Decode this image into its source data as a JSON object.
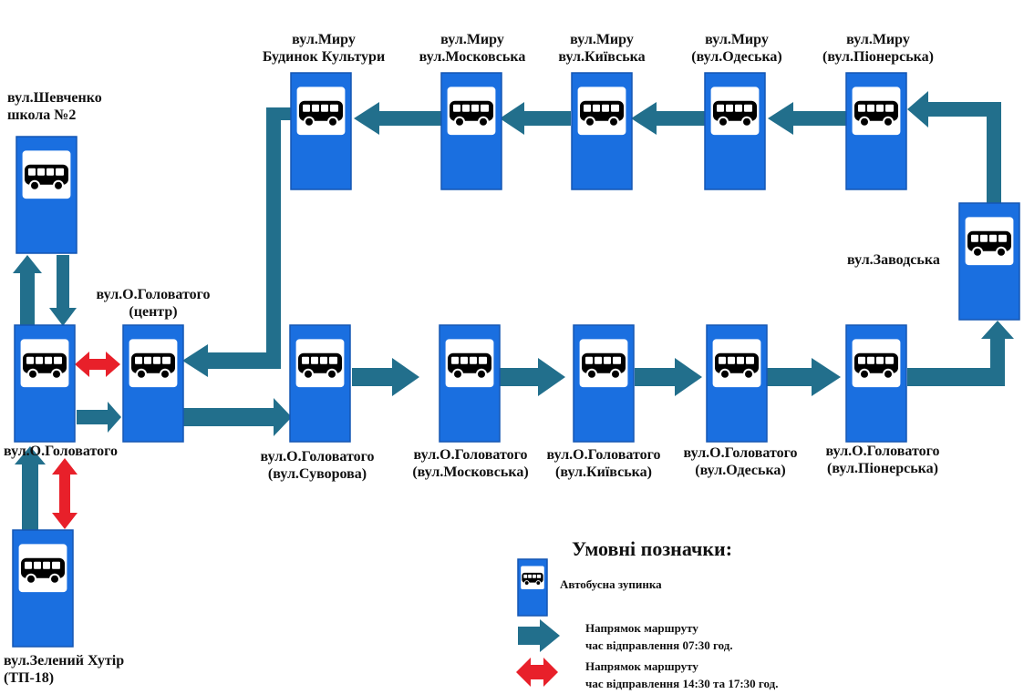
{
  "colors": {
    "sign_blue": "#1a6fe0",
    "sign_border": "#1456b3",
    "arrow_teal": "#226f8c",
    "arrow_red": "#e8202a",
    "bus_black": "#000000"
  },
  "stops": {
    "shevchenko": [
      "вул.Шевченко",
      "школа №2"
    ],
    "holovatoho": [
      "вул.О.Головатого"
    ],
    "holovatoho_center": [
      "вул.О.Головатого",
      "(центр)"
    ],
    "zelenyi_khutir": [
      "вул.Зелений Хутір",
      "(ТП-18)"
    ],
    "suvorova": [
      "вул.О.Головатого",
      "(вул.Суворова)"
    ],
    "moskovska_bottom": [
      "вул.О.Головатого",
      "(вул.Московська)"
    ],
    "kyivska_bottom": [
      "вул.О.Головатого",
      "(вул.Київська)"
    ],
    "odeska_bottom": [
      "вул.О.Головатого",
      "(вул.Одеська)"
    ],
    "pionerska_bottom": [
      "вул.О.Головатого",
      "(вул.Піонерська)"
    ],
    "zavodska": [
      "вул.Заводська"
    ],
    "budynok_kultury": [
      "вул.Миру",
      "Будинок Культури"
    ],
    "moskovska_top": [
      "вул.Миру",
      "вул.Московська"
    ],
    "kyivska_top": [
      "вул.Миру",
      "вул.Київська"
    ],
    "odeska_top": [
      "вул.Миру",
      "(вул.Одеська)"
    ],
    "pionerska_top": [
      "вул.Миру",
      "(вул.Піонерська)"
    ]
  },
  "legend": {
    "title": "Умовні позначки:",
    "bus_stop": "Автобусна зупинка",
    "teal_line1": "Напрямок маршруту",
    "teal_line2": "час відправлення 07:30 год.",
    "red_line1": "Напрямок маршруту",
    "red_line2": "час відправлення 14:30 та 17:30 год."
  }
}
